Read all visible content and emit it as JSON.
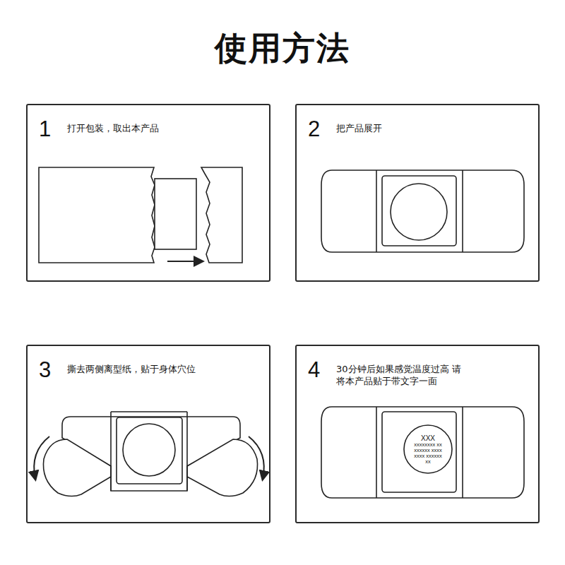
{
  "diagram": {
    "title": "使用方法",
    "nodes": [
      {
        "text": [
          "1",
          "打开包装，取出本产品"
        ]
      },
      {
        "text": [
          "2",
          "把产品展开"
        ]
      },
      {
        "text": [
          "3",
          "撕去两侧离型纸，贴于身体穴位"
        ]
      },
      {
        "text": [
          "4",
          "30分钟后如果感觉温度过高 请将本产品贴于带文字一面"
        ]
      },
      {
        "text": [
          "XXX",
          "xxxxxxxx xxxxxxxx xxxxxxxx xxxxxxxx"
        ],
        "in": 3
      }
    ]
  }
}
